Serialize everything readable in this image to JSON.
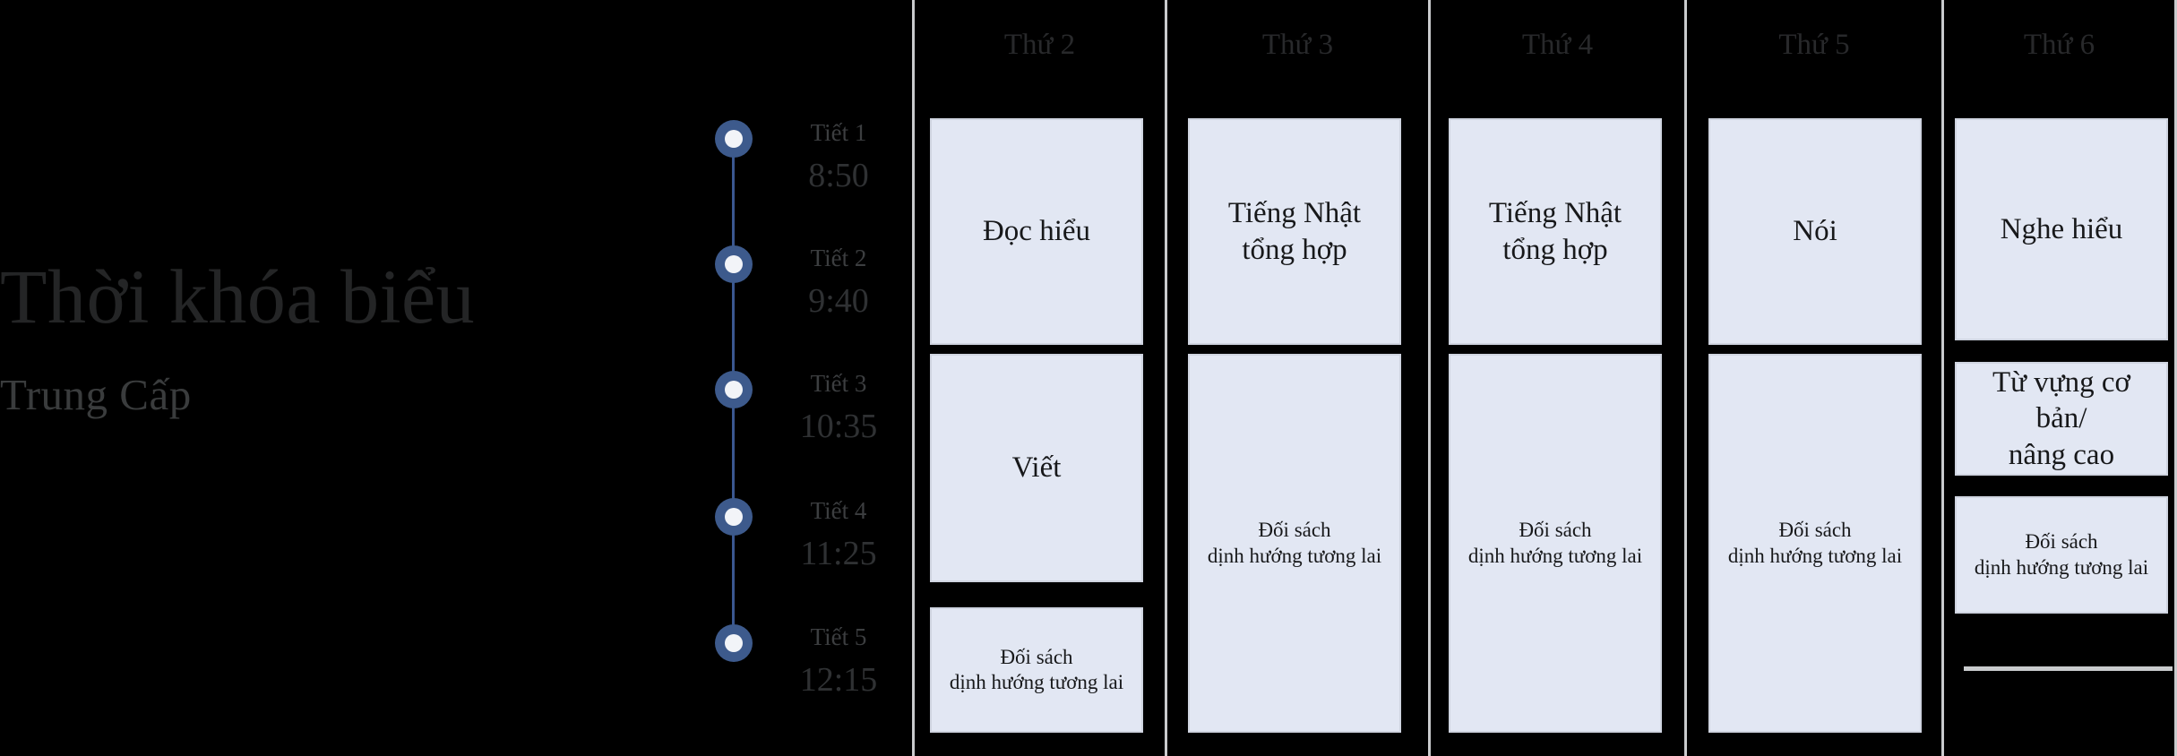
{
  "header": {
    "title": "Thời khóa biểu",
    "subtitle": "Trung Cấp"
  },
  "timeline": {
    "periods": [
      {
        "label": "Tiết 1",
        "time": "8:50"
      },
      {
        "label": "Tiết 2",
        "time": "9:40"
      },
      {
        "label": "Tiết 3",
        "time": "10:35"
      },
      {
        "label": "Tiết 4",
        "time": "11:25"
      },
      {
        "label": "Tiết 5",
        "time": "12:15"
      }
    ]
  },
  "colors": {
    "background": "#000000",
    "card_fill": "#e2e7f3",
    "card_border": "#cfd4e0",
    "timeline_accent": "#3d5a8c",
    "divider": "#c9cbcd",
    "title_text": "#242526"
  },
  "days": [
    {
      "name": "Thứ 2",
      "cards": [
        {
          "text": "Đọc hiểu",
          "size": "big"
        },
        {
          "text": "Viết",
          "size": "big"
        },
        {
          "text": "Đối sách\ndịnh hướng tương lai",
          "size": "small"
        }
      ]
    },
    {
      "name": "Thứ 3",
      "cards": [
        {
          "text": "Tiếng Nhật\ntổng hợp",
          "size": "big"
        },
        {
          "text": "Đối sách\ndịnh hướng tương lai",
          "size": "small"
        }
      ]
    },
    {
      "name": "Thứ 4",
      "cards": [
        {
          "text": "Tiếng Nhật\ntổng hợp",
          "size": "big"
        },
        {
          "text": "Đối sách\ndịnh hướng tương lai",
          "size": "small"
        }
      ]
    },
    {
      "name": "Thứ 5",
      "cards": [
        {
          "text": "Nói",
          "size": "big"
        },
        {
          "text": "Đối sách\ndịnh hướng tương lai",
          "size": "small"
        }
      ]
    },
    {
      "name": "Thứ 6",
      "cards": [
        {
          "text": "Nghe hiểu",
          "size": "big"
        },
        {
          "text": "Từ vựng cơ bản/\nnâng cao",
          "size": "big"
        },
        {
          "text": "Đối sách\ndịnh hướng tương lai",
          "size": "small"
        }
      ]
    }
  ]
}
